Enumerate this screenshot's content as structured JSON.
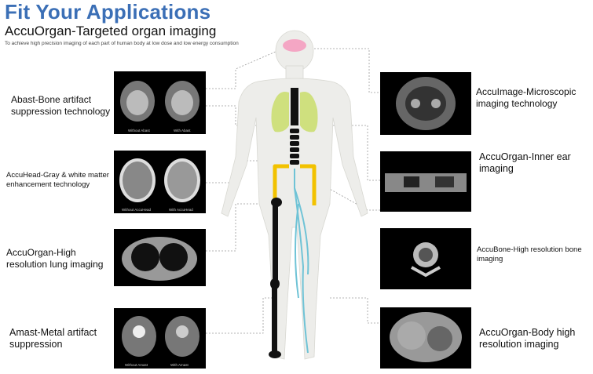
{
  "header": {
    "title": "Fit Your Applications",
    "subtitle": "AccuOrgan-Targeted organ imaging",
    "caption": "To achieve high precision imaging of each part of human body at low dose and low energy consumption"
  },
  "left_panels": [
    {
      "label": "Abast-Bone artifact suppression technology",
      "cap_left": "Without Abast",
      "cap_right": "With Abast"
    },
    {
      "label": "AccuHead-Gray & white matter enhancement technology",
      "cap_left": "Without AccuHead",
      "cap_right": "With AccuHead"
    },
    {
      "label": "AccuOrgan-High resolution lung imaging",
      "cap_left": "",
      "cap_right": ""
    },
    {
      "label": "Amast-Metal artifact suppression",
      "cap_left": "Without Amast",
      "cap_right": "With Amast"
    }
  ],
  "right_panels": [
    {
      "label": "AccuImage-Microscopic imaging technology"
    },
    {
      "label": "AccuOrgan-Inner ear imaging"
    },
    {
      "label": "AccuBone-High resolution bone imaging"
    },
    {
      "label": "AccuOrgan-Body high resolution imaging"
    }
  ],
  "colors": {
    "title": "#3b6fb6",
    "body": "#ededea",
    "brain": "#f4a6c4",
    "lungs": "#cfe07e",
    "spine": "#111111",
    "intestine": "#f2c200",
    "vessels": "#6fc3d6",
    "guide_lines": "#9a9a9a"
  }
}
